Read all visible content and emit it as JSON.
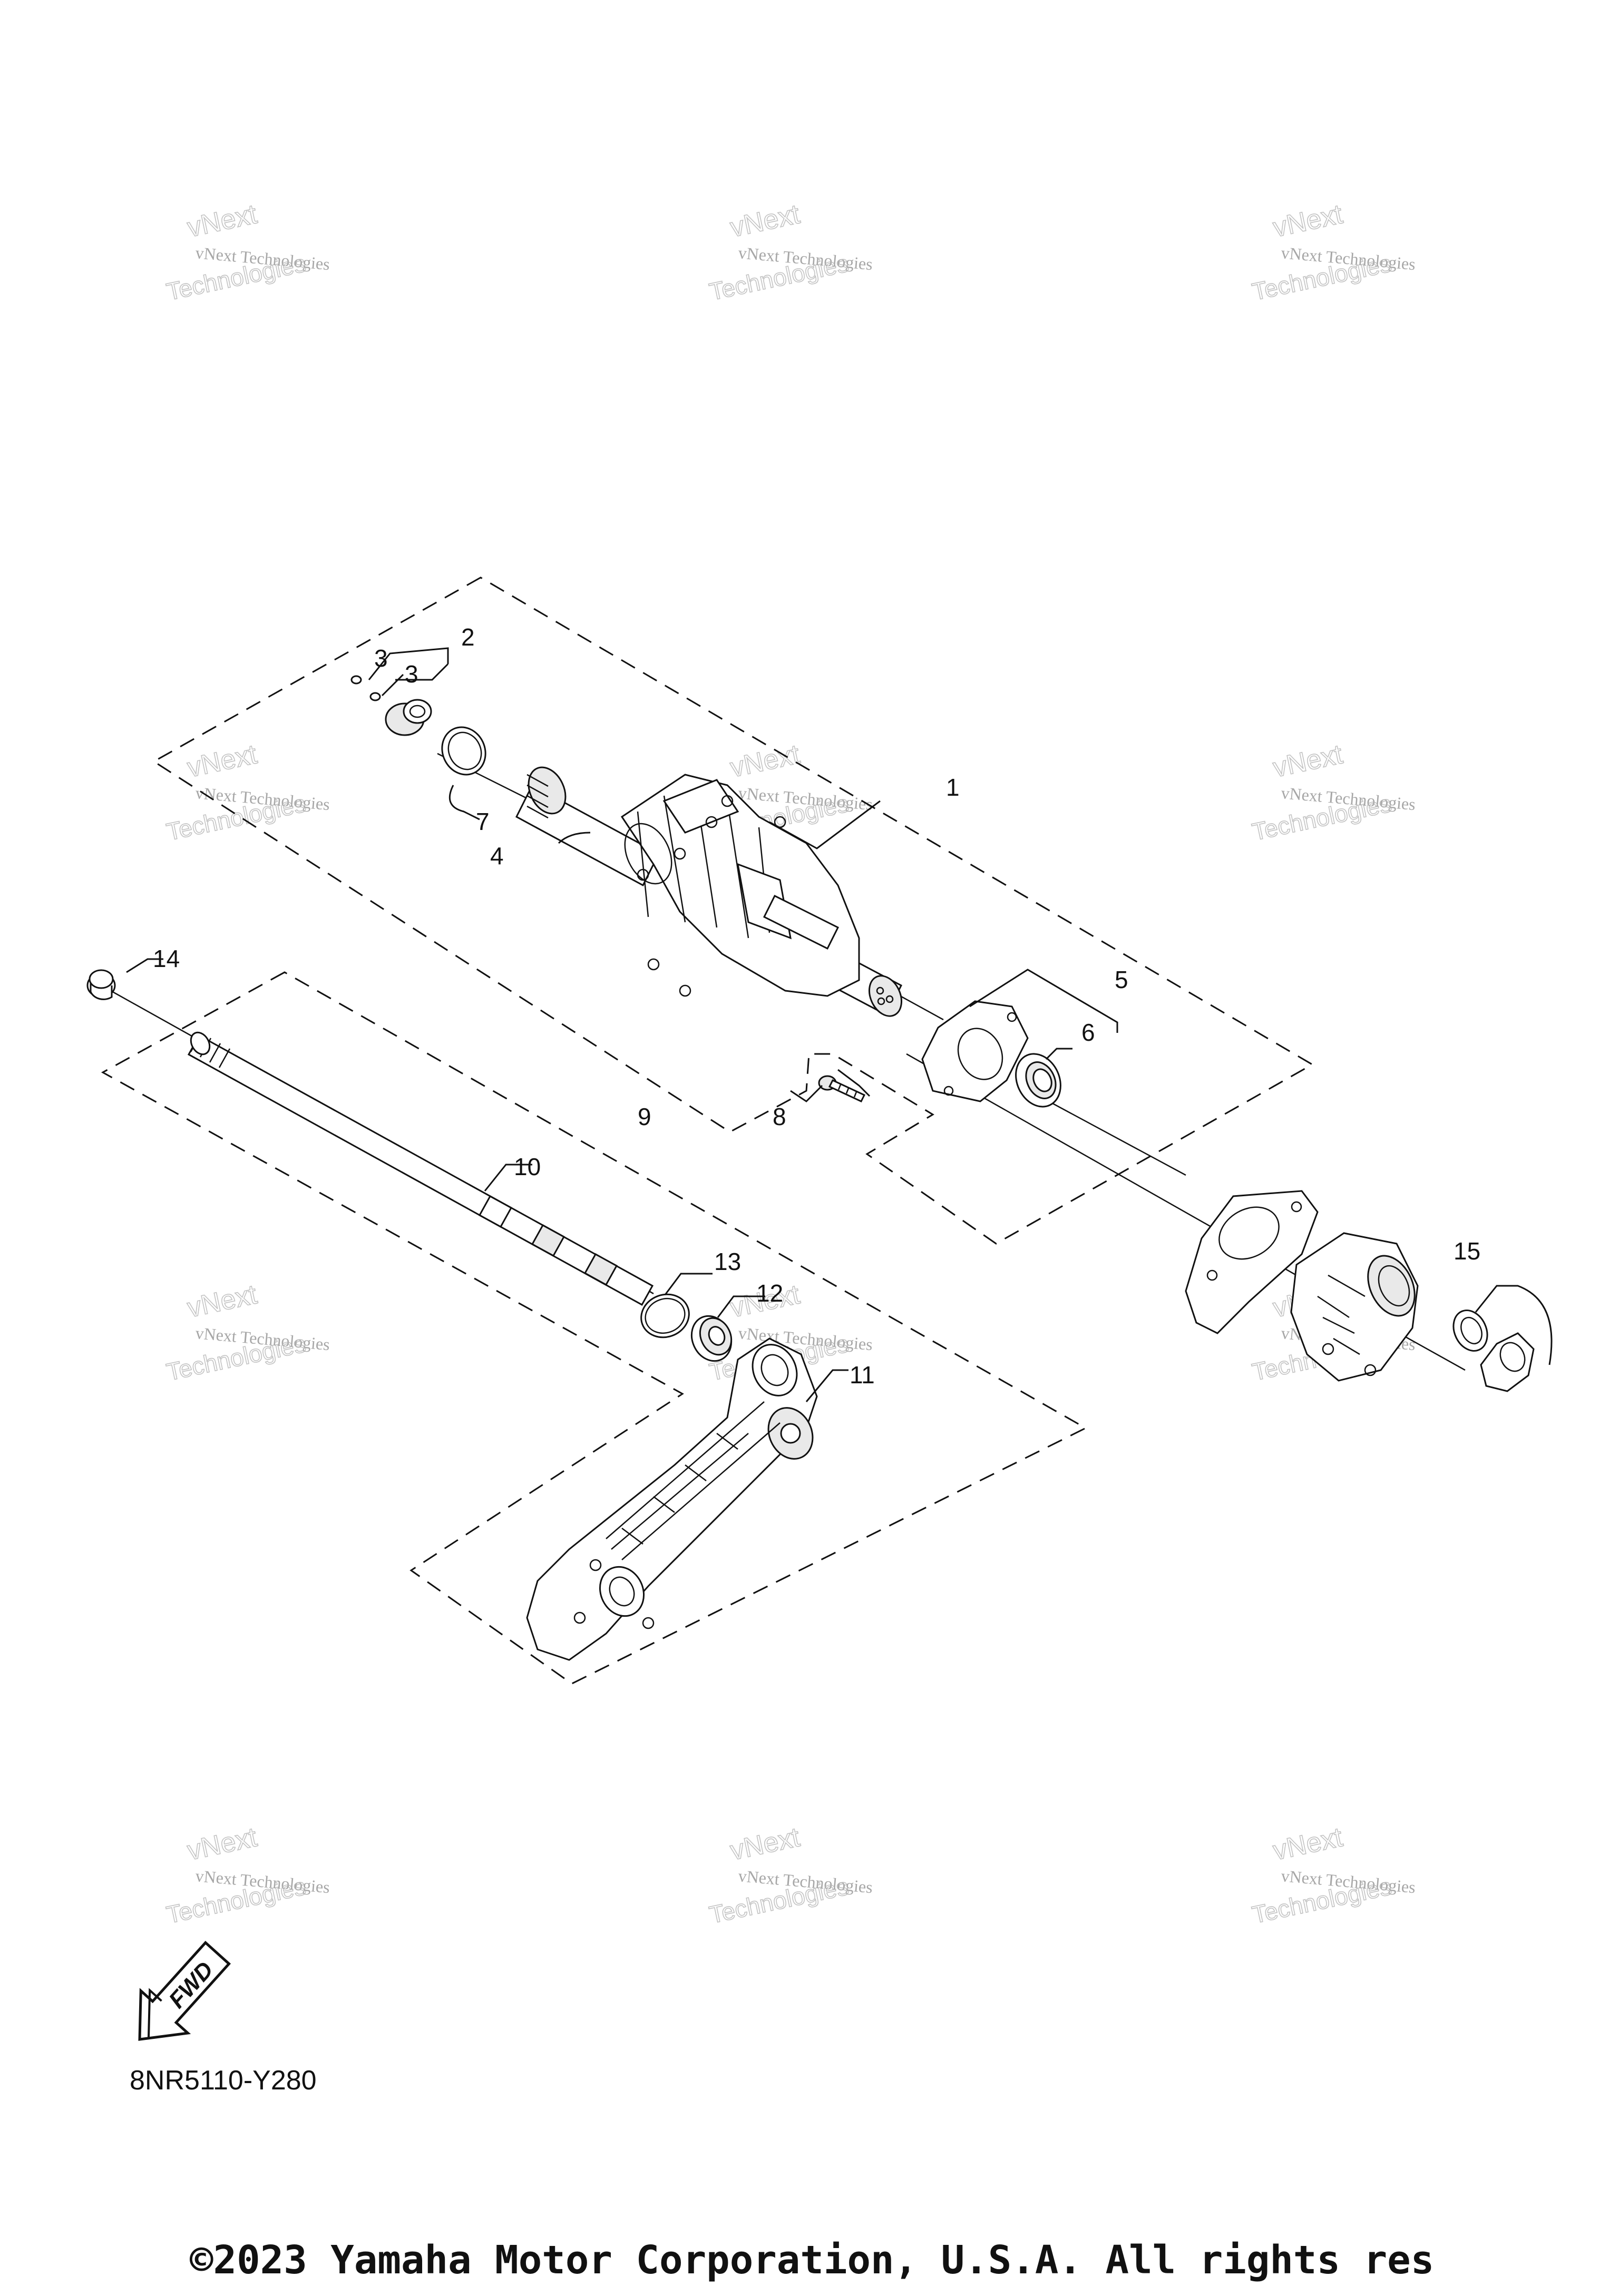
{
  "diagram": {
    "drawing_code": "8NR5110-Y280",
    "direction_label": "FWD",
    "copyright": "©2023 Yamaha Motor Corporation, U.S.A. All rights res",
    "callouts": [
      "1",
      "2",
      "3",
      "3",
      "4",
      "5",
      "6",
      "7",
      "8",
      "9",
      "10",
      "11",
      "12",
      "13",
      "14",
      "15"
    ],
    "watermark": {
      "line1": "vNext",
      "line2": "vNext Technologies",
      "line3": "Technologies"
    }
  }
}
